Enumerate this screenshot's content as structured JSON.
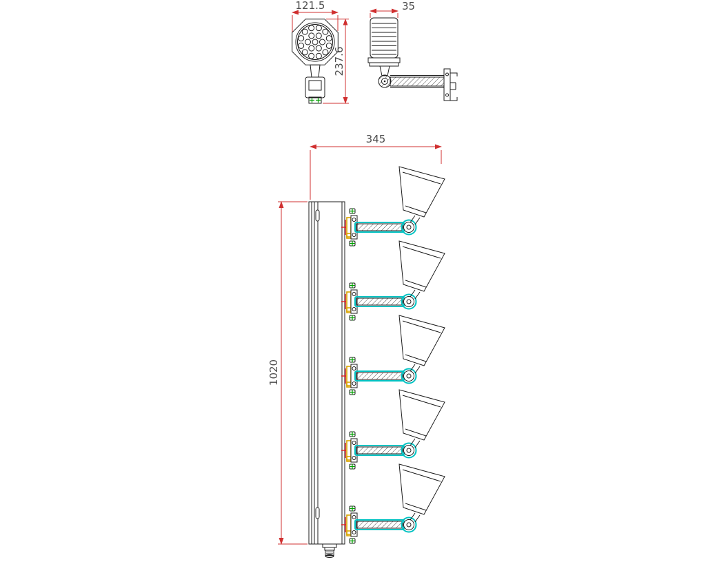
{
  "drawing": {
    "dimensions": {
      "front_width": "121.5",
      "front_height": "237.6",
      "side_depth": "35",
      "arm_reach": "345",
      "pole_height": "1020"
    },
    "assembly": {
      "lamp_count": 5
    },
    "colors": {
      "linework": "#1c1c1c",
      "dimension_line": "#d03030",
      "dimension_text": "#4d4d4d",
      "highlight_cyan": "#00c2c2",
      "highlight_yellow": "#d9a400",
      "highlight_red": "#e02020",
      "highlight_green": "#00a000",
      "background": "#ffffff"
    }
  }
}
